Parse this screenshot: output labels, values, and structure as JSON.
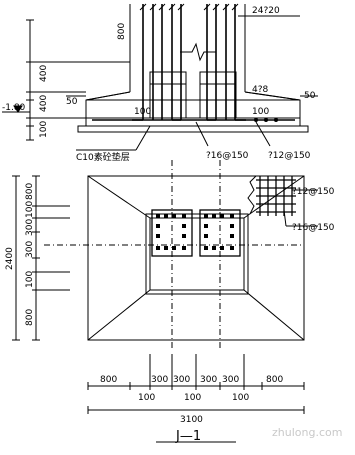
{
  "labels": {
    "rebar_top": "24?20",
    "dim_800": "800",
    "dim_400a": "400",
    "dim_400b": "400",
    "dim_50_left": "50",
    "dim_50_right": "50",
    "dim_100_left": "100",
    "level": "-1.80",
    "dim_100_inner_left": "100",
    "dim_100_inner_right": "100",
    "rebar_428": "4?8",
    "concrete": "C10素砼垫层",
    "rebar_16a": "?16@150",
    "rebar_12a": "?12@150",
    "rebar_12b": "?12@150",
    "rebar_16b": "?16@150",
    "plan_width_total": "2400",
    "plan_left_800a": "800",
    "plan_left_100a": "100",
    "plan_left_300a": "300",
    "plan_left_300b": "300",
    "plan_left_100b": "100",
    "plan_left_800b": "800",
    "bottom_800a": "800",
    "bottom_300a": "300",
    "bottom_300b": "300",
    "bottom_300c": "300",
    "bottom_300d": "300",
    "bottom_800b": "800",
    "bottom_100a": "100",
    "bottom_100b": "100",
    "bottom_100c": "100",
    "bottom_total": "3100",
    "section_title": "J—1",
    "watermark": "zhulong.com"
  },
  "colors": {
    "ink": "#000000",
    "watermark": "#c9c9c9"
  }
}
